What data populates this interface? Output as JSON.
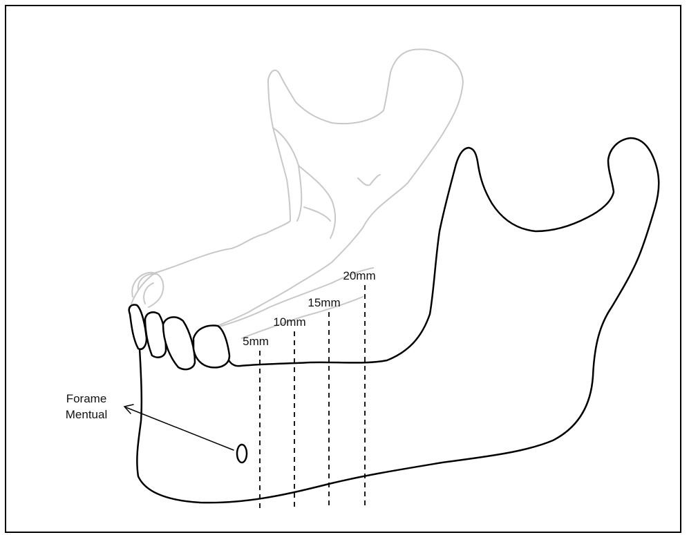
{
  "diagram": {
    "labels": {
      "foramen_line1": "Forame",
      "foramen_line2": "Mentual"
    },
    "measurements": [
      "5mm",
      "10mm",
      "15mm",
      "20mm"
    ],
    "colors": {
      "outline": "#000000",
      "maxilla_outline": "#c8c8c8",
      "background": "#ffffff"
    }
  }
}
